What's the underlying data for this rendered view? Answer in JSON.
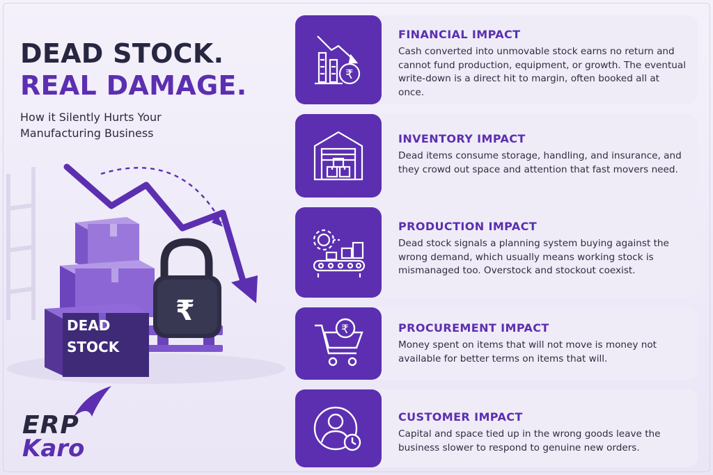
{
  "headline": {
    "line1": "DEAD STOCK.",
    "line2": "REAL DAMAGE."
  },
  "subtitle": "How it Silently Hurts Your Manufacturing Business",
  "illustration": {
    "box_label_line1": "DEAD",
    "box_label_line2": "STOCK",
    "lock_symbol": "₹"
  },
  "logo": {
    "line1": "ERP",
    "line2": "Karo"
  },
  "cards": [
    {
      "title": "FINANCIAL IMPACT",
      "text": "Cash converted into unmovable stock earns no return and cannot fund production, equipment, or growth. The eventual write-down is a direct hit to margin, often booked all at once.",
      "icon": "declining-chart-rupee-icon"
    },
    {
      "title": "INVENTORY IMPACT",
      "text": "Dead items consume storage, handling, and insurance, and they crowd out space and attention that fast movers need.",
      "icon": "warehouse-icon"
    },
    {
      "title": "PRODUCTION IMPACT",
      "text": "Dead stock signals a planning system buying against the wrong demand, which usually means working stock is mismanaged too. Overstock and stockout coexist.",
      "icon": "conveyor-gear-icon"
    },
    {
      "title": "PROCUREMENT IMPACT",
      "text": "Money spent on items that will not move is money not available for better terms on items that will.",
      "icon": "shopping-cart-rupee-icon"
    },
    {
      "title": "CUSTOMER IMPACT",
      "text": "Capital and space tied up in the wrong goods leave the business slower to respond to genuine new orders.",
      "icon": "customer-clock-icon"
    }
  ],
  "colors": {
    "accent": "#5b2fb0",
    "dark_text": "#282741",
    "card_bg": "#efecf8"
  }
}
